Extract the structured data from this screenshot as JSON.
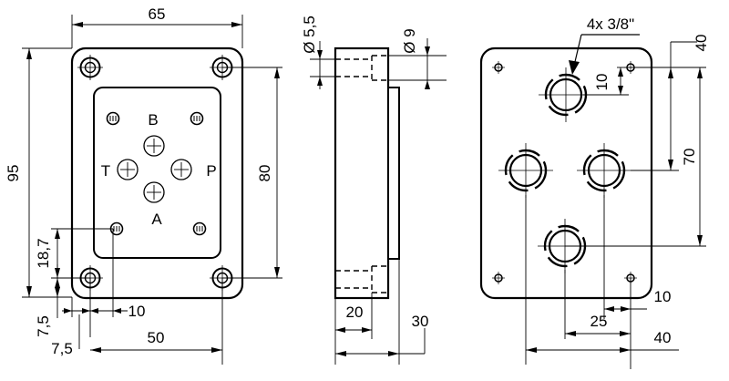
{
  "front_view": {
    "port_labels": {
      "b": "B",
      "t": "T",
      "p": "P",
      "a": "A"
    },
    "dims": {
      "width": "65",
      "height": "95",
      "hole_spacing_v": "80",
      "hole_spacing_h": "50",
      "edge_offset_v": "7,5",
      "edge_offset_h": "7,5",
      "hole_to_pocket": "10",
      "pocket_hole_y": "18,7"
    }
  },
  "side_view": {
    "dims": {
      "bolt_small_dia": "Ø 5,5",
      "bolt_counterbore_dia": "Ø 9",
      "counterbore_depth": "20",
      "thickness": "30"
    }
  },
  "rear_view": {
    "dims": {
      "thread_callout": "4x 3/8\"",
      "port_top_offset": "10",
      "port_edge_offset_v": "40",
      "port_spacing_v": "70",
      "port_side_offset": "10",
      "port_spacing_h": "25",
      "port_edge_offset_h": "40"
    }
  }
}
